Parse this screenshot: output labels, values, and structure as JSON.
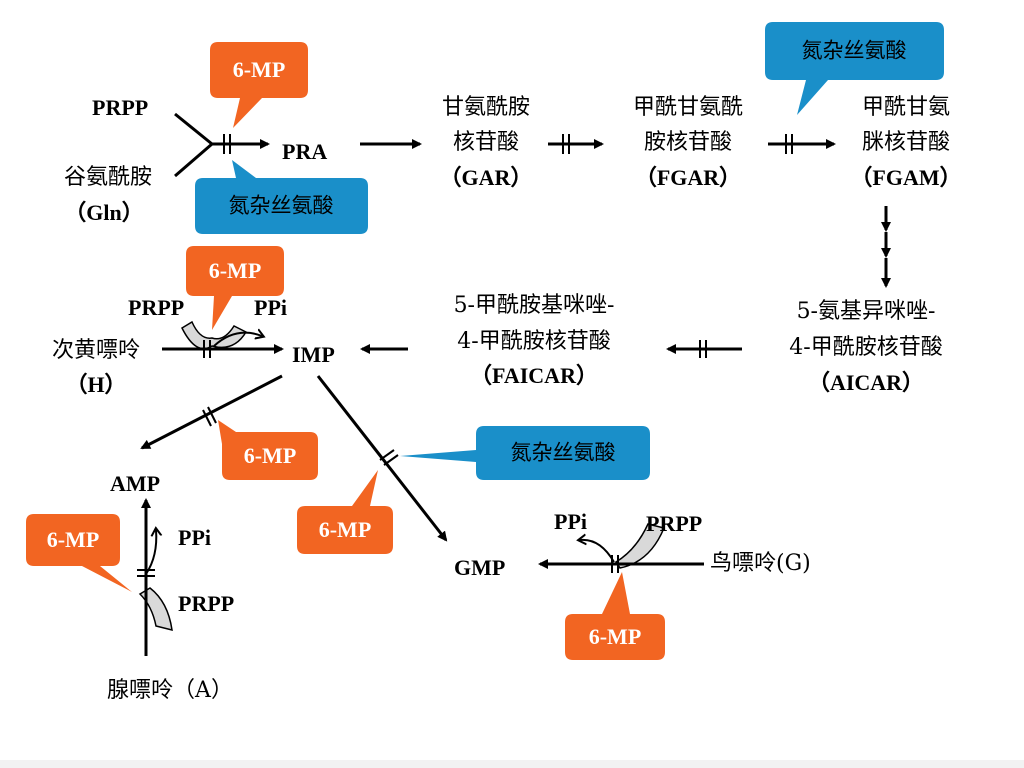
{
  "nodes": {
    "prpp_top": "PRPP",
    "gln_1": "谷氨酰胺",
    "gln_2": "（Gln）",
    "pra": "PRA",
    "gar_1": "甘氨酰胺",
    "gar_2": "核苷酸",
    "gar_3": "（GAR）",
    "fgar_1": "甲酰甘氨酰",
    "fgar_2": "胺核苷酸",
    "fgar_3": "（FGAR）",
    "fgam_1": "甲酰甘氨",
    "fgam_2": "脒核苷酸",
    "fgam_3": "（FGAM）",
    "aicar_1": "5-氨基异咪唑-",
    "aicar_2": "4-甲酰胺核苷酸",
    "aicar_3": "（AICAR）",
    "faicar_1": "5-甲酰胺基咪唑-",
    "faicar_2": "4-甲酰胺核苷酸",
    "faicar_3": "（FAICAR）",
    "imp": "IMP",
    "prpp_h": "PRPP",
    "ppi_h": "PPi",
    "hyp_1": "次黄嘌呤",
    "hyp_2": "（H）",
    "amp": "AMP",
    "ppi_a": "PPi",
    "prpp_a": "PRPP",
    "adenine": "腺嘌呤（A）",
    "gmp": "GMP",
    "ppi_g": "PPi",
    "prpp_g": "PRPP",
    "guanine": "鸟嘌呤(G)"
  },
  "inhibitors": {
    "mp1": "6-MP",
    "mp2": "6-MP",
    "mp3": "6-MP",
    "mp4": "6-MP",
    "mp5": "6-MP",
    "mp6": "6-MP",
    "aza1": "氮杂丝氨酸",
    "aza2": "氮杂丝氨酸",
    "aza3": "氮杂丝氨酸"
  },
  "colors": {
    "orange": "#f26522",
    "blue": "#1a8fc9",
    "arrow": "#000000",
    "curve_fill": "#d9d9d9"
  }
}
